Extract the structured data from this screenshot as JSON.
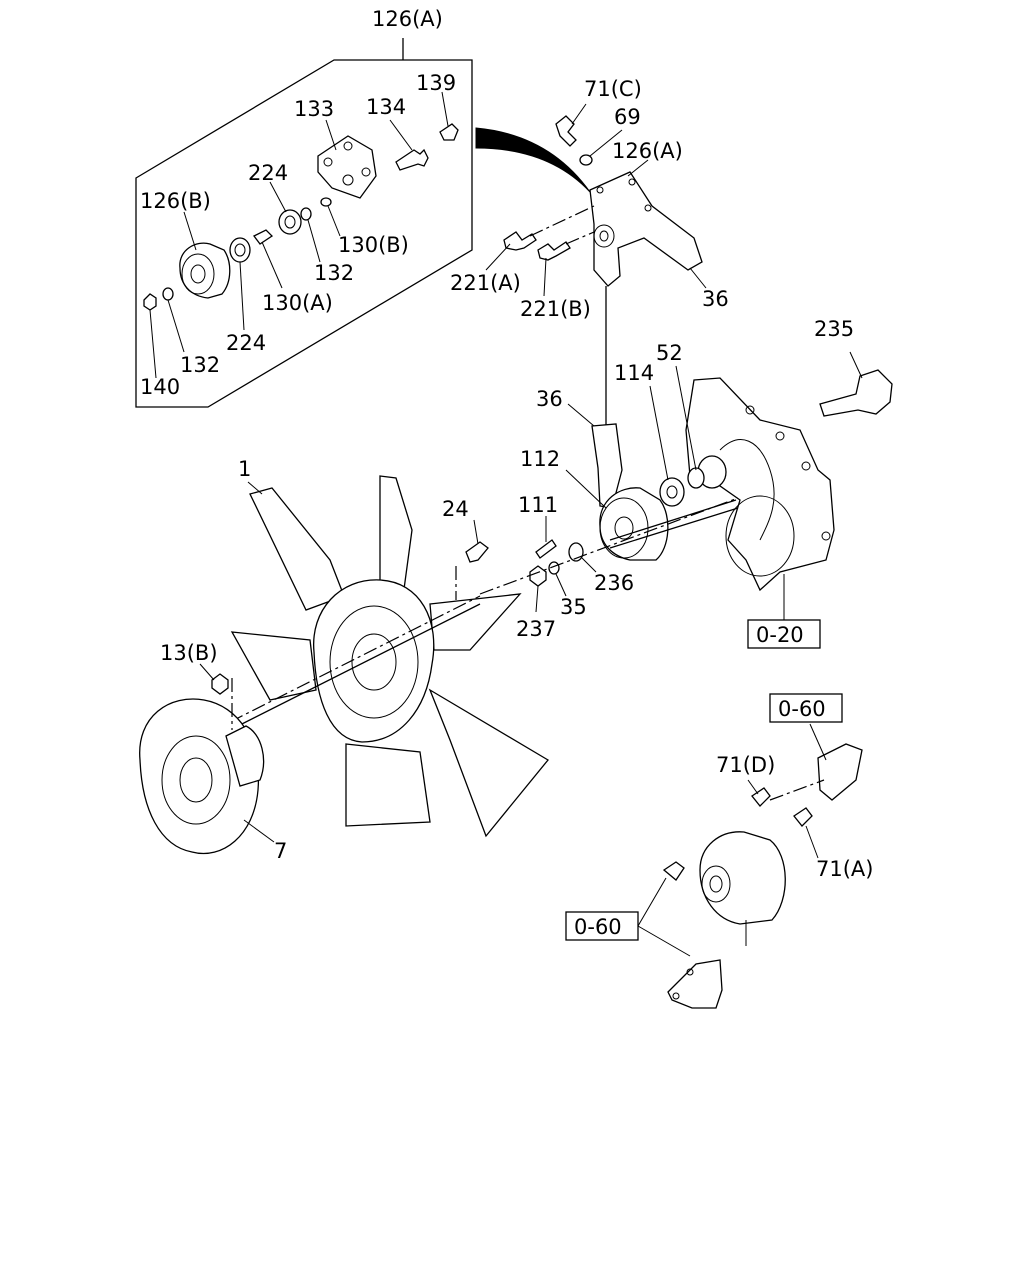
{
  "labels": {
    "assembly_126a_top": "126(A)",
    "part_139": "139",
    "part_134": "134",
    "part_133": "133",
    "part_224_upper": "224",
    "part_126b": "126(B)",
    "part_130b": "130(B)",
    "part_132_upper": "132",
    "part_130a": "130(A)",
    "part_224_lower": "224",
    "part_132_lower": "132",
    "part_140": "140",
    "part_71c": "71(C)",
    "part_69": "69",
    "part_126a_right": "126(A)",
    "part_221a": "221(A)",
    "part_221b": "221(B)",
    "part_36_upper": "36",
    "part_235": "235",
    "part_52": "52",
    "part_114": "114",
    "part_36_lower": "36",
    "part_112": "112",
    "part_1": "1",
    "part_24": "24",
    "part_111": "111",
    "part_236": "236",
    "part_35": "35",
    "part_237": "237",
    "ref_0_20": "0-20",
    "part_13b": "13(B)",
    "part_7": "7",
    "ref_0_60_upper": "0-60",
    "part_71d": "71(D)",
    "part_71a": "71(A)",
    "ref_0_60_lower": "0-60"
  }
}
